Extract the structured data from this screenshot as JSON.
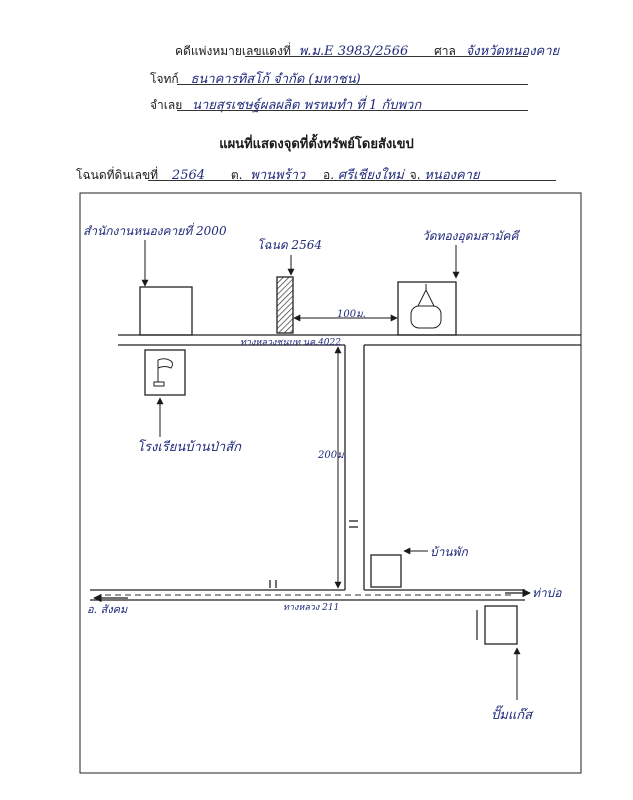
{
  "header": {
    "case_label": "คดีแพ่งหมายเลขแดงที่",
    "case_number": "พ.ม.E 3983/2566",
    "court_label": "ศาล",
    "court_name": "จังหวัดหนองคาย",
    "plaintiff_label": "โจทก์",
    "plaintiff_name": "ธนาคารทิสโก้ จำกัด (มหาชน)",
    "defendant_label": "จำเลย",
    "defendant_name": "นายสุรเชษฐ์ผลผลิต พรหมทำ ที่ 1 กับพวก"
  },
  "title": "แผนที่แสดงจุดที่ตั้งทรัพย์โดยสังเขป",
  "deed": {
    "label": "โฉนดที่ดินเลขที่",
    "number": "2564",
    "tambon_label": "ต.",
    "tambon": "พานพร้าว",
    "amphoe_label": "อ.",
    "amphoe": "ศรีเชียงใหม่",
    "province_label": "จ.",
    "province": "หนองคาย"
  },
  "map": {
    "label_office": "สำนักงานหนองคายที่ 2000",
    "label_parcel": "โฉนด 2564",
    "label_temple": "วัดทองอุดมสามัคคี",
    "label_dist_100": "100ม.",
    "label_road_top": "ทางหลวงชนบท นค.4022",
    "label_school": "โรงเรียนบ้านป่าสัก",
    "label_dist_200": "200ม.",
    "label_house": "บ้านพัก",
    "label_left_dest": "อ. สังคม",
    "label_right_dest": "ท่าบ่อ",
    "label_road_bottom": "ทางหลวง 211",
    "label_gas": "ปั๊มแก๊ส"
  }
}
